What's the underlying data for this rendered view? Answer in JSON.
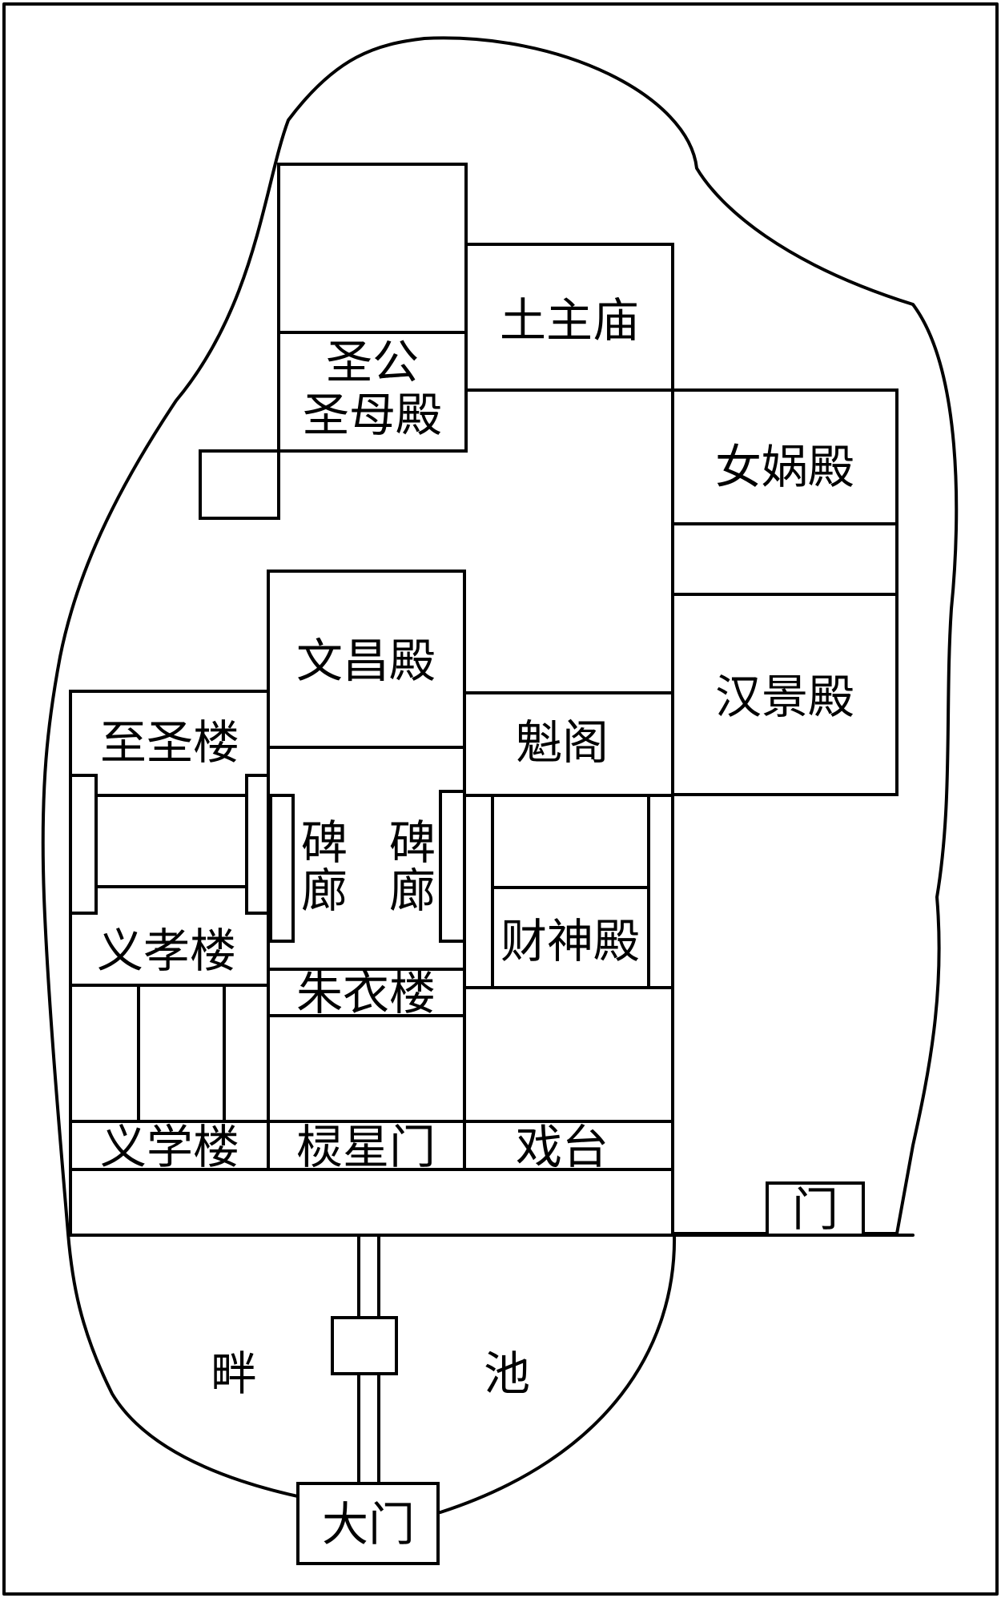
{
  "labels": {
    "tuzhu_temple": "土主庙",
    "shenggong_line1": "圣公",
    "shenggong_line2": "圣母殿",
    "nuwa_hall": "女娲殿",
    "wenchang_hall": "文昌殿",
    "hanjing_hall": "汉景殿",
    "zhisheng_tower": "至圣楼",
    "kui_pavilion": "魁阁",
    "stele_left_1": "碑",
    "stele_left_2": "廊",
    "stele_right_1": "碑",
    "stele_right_2": "廊",
    "yixiao_tower": "义孝楼",
    "caishen_hall": "财神殿",
    "zhuyi_tower": "朱衣楼",
    "yixue_tower": "义学楼",
    "lingxing_gate": "棂星门",
    "stage": "戏台",
    "side_gate": "门",
    "pond_left": "畔",
    "pond_right": "池",
    "main_gate": "大门"
  }
}
